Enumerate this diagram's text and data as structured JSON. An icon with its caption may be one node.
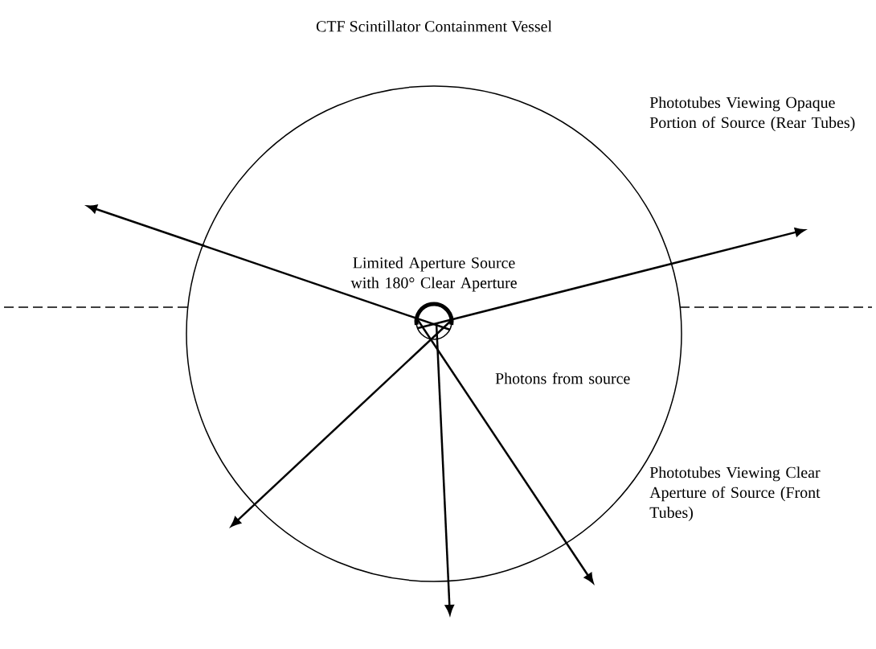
{
  "diagram": {
    "title": "CTF Scintillator Containment Vessel",
    "nodes": [
      {
        "text": [],
        "shape": "circle"
      },
      {
        "text": [],
        "shape": "circle",
        "in": 0,
        "beside": [
          "Limited Aperture Source with 180° Clear Aperture"
        ]
      }
    ],
    "edges": [
      {
        "from": 1,
        "to": null,
        "arrow": "to"
      },
      {
        "from": 1,
        "to": null,
        "arrow": "to"
      },
      {
        "from": 1,
        "to": null,
        "arrow": "to"
      },
      {
        "from": 1,
        "to": null,
        "arrow": "to"
      },
      {
        "from": 1,
        "to": null,
        "arrow": "to"
      }
    ],
    "labels": [
      "Phototubes Viewing Opaque Portion of Source (Rear Tubes)",
      "Photons from source",
      "Phototubes Viewing Clear Aperture of Source (Front Tubes)"
    ]
  }
}
